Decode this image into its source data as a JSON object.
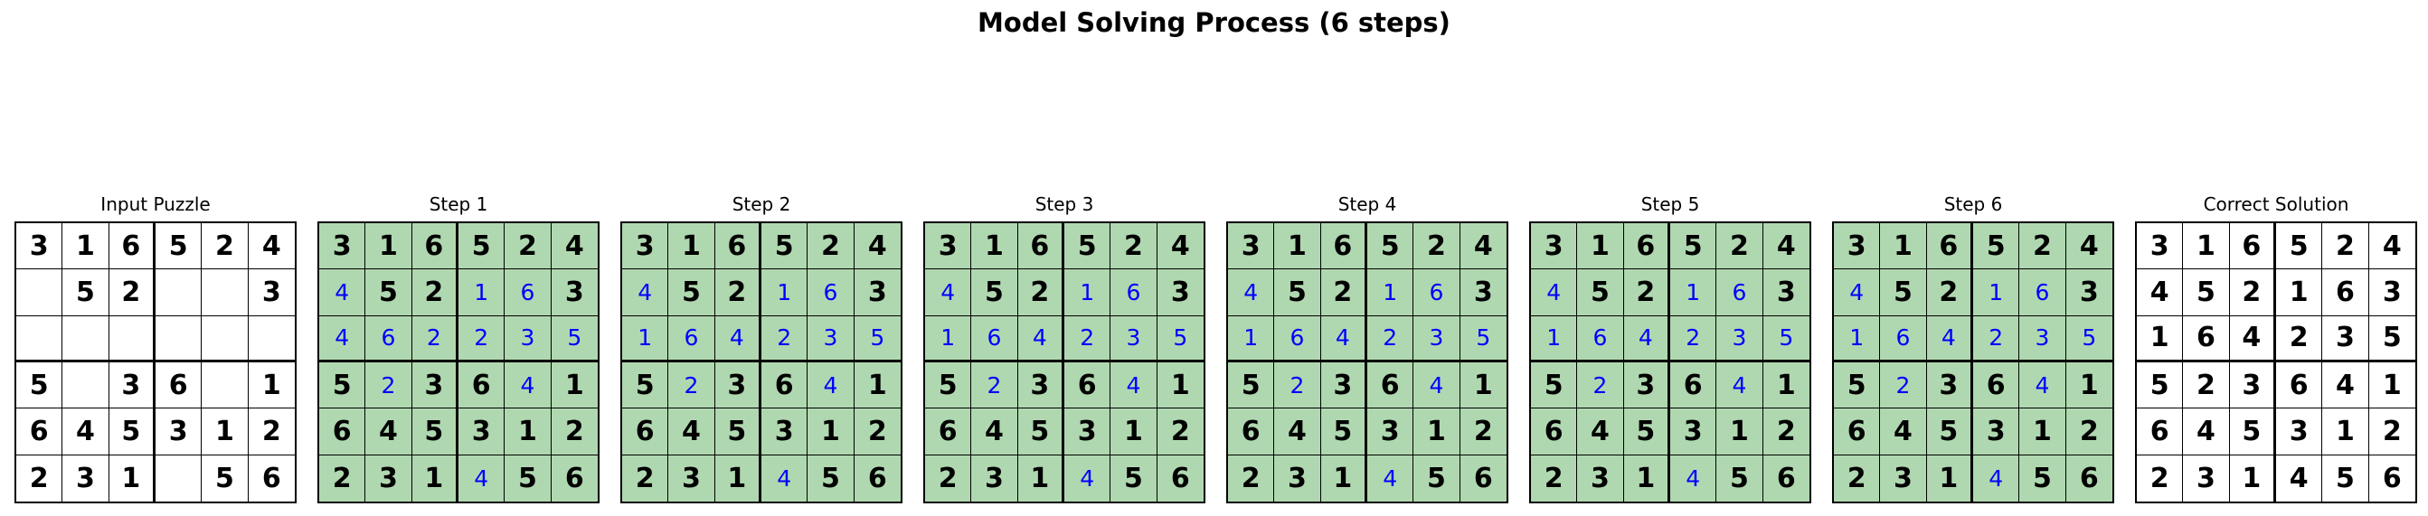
{
  "title": "Model Solving Process (6 steps)",
  "colors": {
    "correct_fill": "#b0d8b0",
    "predicted_text": "#0000ff",
    "given_text": "#000000"
  },
  "input": {
    "label": "Input Puzzle",
    "grid": [
      [
        "3",
        "1",
        "6",
        "5",
        "2",
        "4"
      ],
      [
        "",
        "5",
        "2",
        "",
        "",
        "3"
      ],
      [
        "",
        "",
        "",
        "",
        "",
        ""
      ],
      [
        "5",
        "",
        "3",
        "6",
        "",
        "1"
      ],
      [
        "6",
        "4",
        "5",
        "3",
        "1",
        "2"
      ],
      [
        "2",
        "3",
        "1",
        "",
        "5",
        "6"
      ]
    ]
  },
  "steps": [
    {
      "label": "Step 1",
      "grid": [
        [
          "3",
          "1",
          "6",
          "5",
          "2",
          "4"
        ],
        [
          "4",
          "5",
          "2",
          "1",
          "6",
          "3"
        ],
        [
          "4",
          "6",
          "2",
          "2",
          "3",
          "5"
        ],
        [
          "5",
          "2",
          "3",
          "6",
          "4",
          "1"
        ],
        [
          "6",
          "4",
          "5",
          "3",
          "1",
          "2"
        ],
        [
          "2",
          "3",
          "1",
          "4",
          "5",
          "6"
        ]
      ]
    },
    {
      "label": "Step 2",
      "grid": [
        [
          "3",
          "1",
          "6",
          "5",
          "2",
          "4"
        ],
        [
          "4",
          "5",
          "2",
          "1",
          "6",
          "3"
        ],
        [
          "1",
          "6",
          "4",
          "2",
          "3",
          "5"
        ],
        [
          "5",
          "2",
          "3",
          "6",
          "4",
          "1"
        ],
        [
          "6",
          "4",
          "5",
          "3",
          "1",
          "2"
        ],
        [
          "2",
          "3",
          "1",
          "4",
          "5",
          "6"
        ]
      ]
    },
    {
      "label": "Step 3",
      "grid": [
        [
          "3",
          "1",
          "6",
          "5",
          "2",
          "4"
        ],
        [
          "4",
          "5",
          "2",
          "1",
          "6",
          "3"
        ],
        [
          "1",
          "6",
          "4",
          "2",
          "3",
          "5"
        ],
        [
          "5",
          "2",
          "3",
          "6",
          "4",
          "1"
        ],
        [
          "6",
          "4",
          "5",
          "3",
          "1",
          "2"
        ],
        [
          "2",
          "3",
          "1",
          "4",
          "5",
          "6"
        ]
      ]
    },
    {
      "label": "Step 4",
      "grid": [
        [
          "3",
          "1",
          "6",
          "5",
          "2",
          "4"
        ],
        [
          "4",
          "5",
          "2",
          "1",
          "6",
          "3"
        ],
        [
          "1",
          "6",
          "4",
          "2",
          "3",
          "5"
        ],
        [
          "5",
          "2",
          "3",
          "6",
          "4",
          "1"
        ],
        [
          "6",
          "4",
          "5",
          "3",
          "1",
          "2"
        ],
        [
          "2",
          "3",
          "1",
          "4",
          "5",
          "6"
        ]
      ]
    },
    {
      "label": "Step 5",
      "grid": [
        [
          "3",
          "1",
          "6",
          "5",
          "2",
          "4"
        ],
        [
          "4",
          "5",
          "2",
          "1",
          "6",
          "3"
        ],
        [
          "1",
          "6",
          "4",
          "2",
          "3",
          "5"
        ],
        [
          "5",
          "2",
          "3",
          "6",
          "4",
          "1"
        ],
        [
          "6",
          "4",
          "5",
          "3",
          "1",
          "2"
        ],
        [
          "2",
          "3",
          "1",
          "4",
          "5",
          "6"
        ]
      ]
    },
    {
      "label": "Step 6",
      "grid": [
        [
          "3",
          "1",
          "6",
          "5",
          "2",
          "4"
        ],
        [
          "4",
          "5",
          "2",
          "1",
          "6",
          "3"
        ],
        [
          "1",
          "6",
          "4",
          "2",
          "3",
          "5"
        ],
        [
          "5",
          "2",
          "3",
          "6",
          "4",
          "1"
        ],
        [
          "6",
          "4",
          "5",
          "3",
          "1",
          "2"
        ],
        [
          "2",
          "3",
          "1",
          "4",
          "5",
          "6"
        ]
      ]
    }
  ],
  "solution": {
    "label": "Correct Solution",
    "grid": [
      [
        "3",
        "1",
        "6",
        "5",
        "2",
        "4"
      ],
      [
        "4",
        "5",
        "2",
        "1",
        "6",
        "3"
      ],
      [
        "1",
        "6",
        "4",
        "2",
        "3",
        "5"
      ],
      [
        "5",
        "2",
        "3",
        "6",
        "4",
        "1"
      ],
      [
        "6",
        "4",
        "5",
        "3",
        "1",
        "2"
      ],
      [
        "2",
        "3",
        "1",
        "4",
        "5",
        "6"
      ]
    ]
  }
}
